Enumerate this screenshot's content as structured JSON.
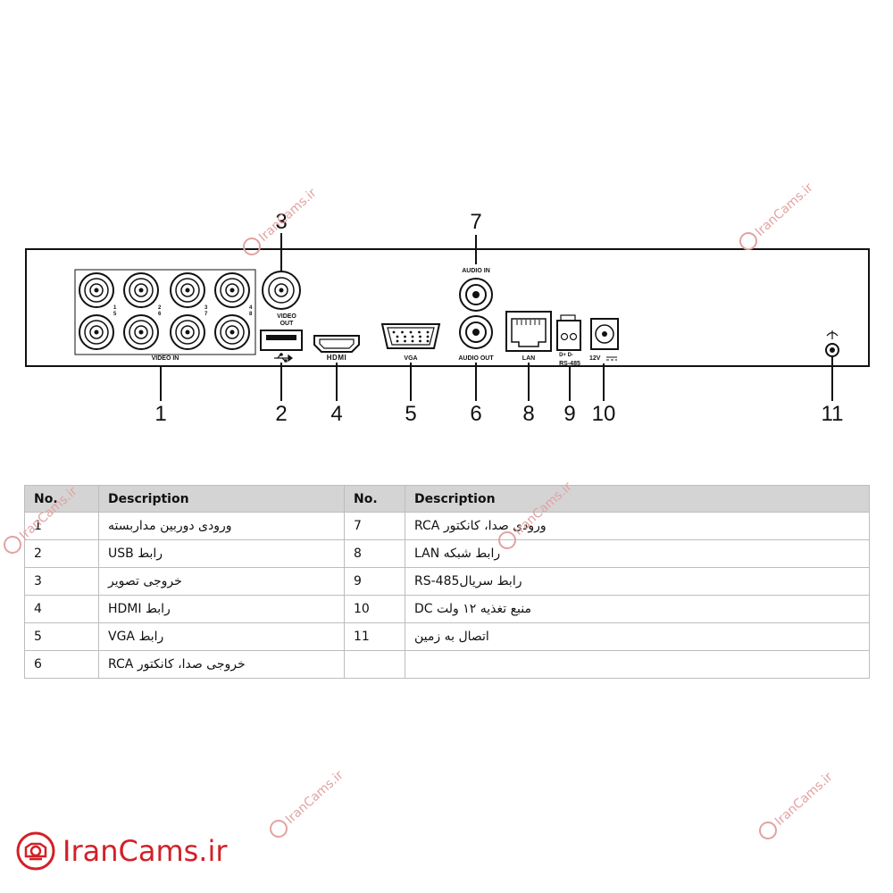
{
  "watermark": {
    "text": "IranCams.ir",
    "color": "#e2a2a2"
  },
  "brand": {
    "text": "IranCams.ir",
    "color": "#d32027",
    "icon": "camera-logo-icon"
  },
  "panel": {
    "labels": {
      "video_in": "VIDEO IN",
      "video_out": "VIDEO\nOUT",
      "audio_in": "AUDIO IN",
      "audio_out": "AUDIO OUT",
      "hdmi": "HDMI",
      "vga": "VGA",
      "lan": "LAN",
      "rs485": "RS-485",
      "rs485_pins": "D+ D-",
      "power": "12V"
    },
    "bnc_numbers": [
      [
        "1",
        "5"
      ],
      [
        "2",
        "6"
      ],
      [
        "3",
        "7"
      ],
      [
        "4",
        "8"
      ]
    ],
    "callouts": [
      "1",
      "2",
      "3",
      "4",
      "5",
      "6",
      "7",
      "8",
      "9",
      "10",
      "11"
    ]
  },
  "table": {
    "headers": [
      "No.",
      "Description",
      "No.",
      "Description"
    ],
    "rows": [
      [
        "1",
        "ورودی دوربین مداربسته",
        "7",
        "ورودی صدا، کانکتور RCA"
      ],
      [
        "2",
        "رابط USB",
        "8",
        "رابط شبکه LAN"
      ],
      [
        "3",
        "خروجی تصویر",
        "9",
        "رابط سریالRS-485"
      ],
      [
        "4",
        "رابط HDMI",
        "10",
        "منبع تغذیه ۱۲ ولت DC"
      ],
      [
        "5",
        "رابط VGA",
        "11",
        "اتصال به زمین"
      ],
      [
        "6",
        "خروجی صدا، کانکتور RCA",
        "",
        ""
      ]
    ]
  }
}
